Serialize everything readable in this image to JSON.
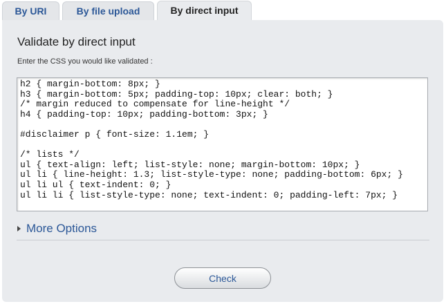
{
  "tabs": [
    {
      "label": "By URI",
      "active": false
    },
    {
      "label": "By file upload",
      "active": false
    },
    {
      "label": "By direct input",
      "active": true
    }
  ],
  "panel": {
    "title": "Validate by direct input",
    "instructions": "Enter the CSS you would like validated :",
    "css_input": "h2 { margin-bottom: 8px; }\nh3 { margin-bottom: 5px; padding-top: 10px; clear: both; }\n/* margin reduced to compensate for line-height */\nh4 { padding-top: 10px; padding-bottom: 3px; }\n\n#disclaimer p { font-size: 1.1em; }\n\n/* lists */\nul { text-align: left; list-style: none; margin-bottom: 10px; }\nul li { line-height: 1.3; list-style-type: none; padding-bottom: 6px; }\nul li ul { text-indent: 0; }\nul li li { list-style-type: none; text-indent: 0; padding-left: 7px; }\n",
    "more_options_label": "More Options",
    "check_label": "Check"
  },
  "colors": {
    "link": "#2b5797",
    "panel_bg": "#e9ebee",
    "tab_bg": "#e4e6e9"
  },
  "icons": {
    "more_options": "disclosure-triangle-right-icon"
  }
}
